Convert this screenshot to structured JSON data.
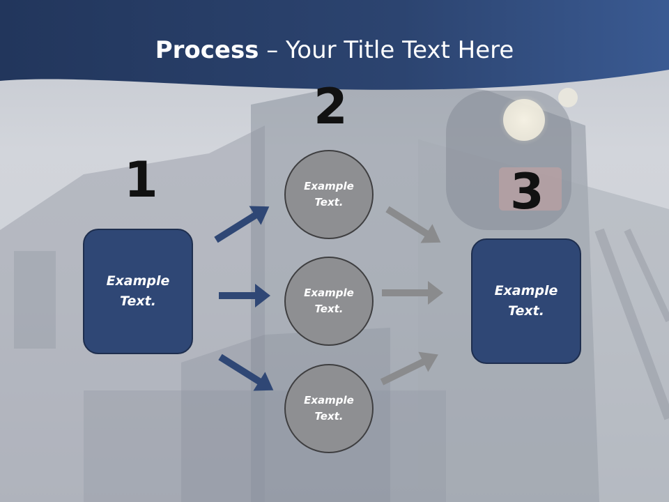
{
  "title": {
    "bold": "Process",
    "rest": " – Your Title Text Here"
  },
  "steps": [
    {
      "number": "1",
      "box_text": "Example Text."
    },
    {
      "number": "2",
      "circles": [
        "Example Text.",
        "Example Text.",
        "Example Text."
      ]
    },
    {
      "number": "3",
      "box_text": "Example Text."
    }
  ],
  "colors": {
    "header": "#2c4470",
    "box": "#2f4775",
    "circle": "#8e8f92",
    "arrow_left": "#2f4775",
    "arrow_right": "#8a8b8d"
  }
}
